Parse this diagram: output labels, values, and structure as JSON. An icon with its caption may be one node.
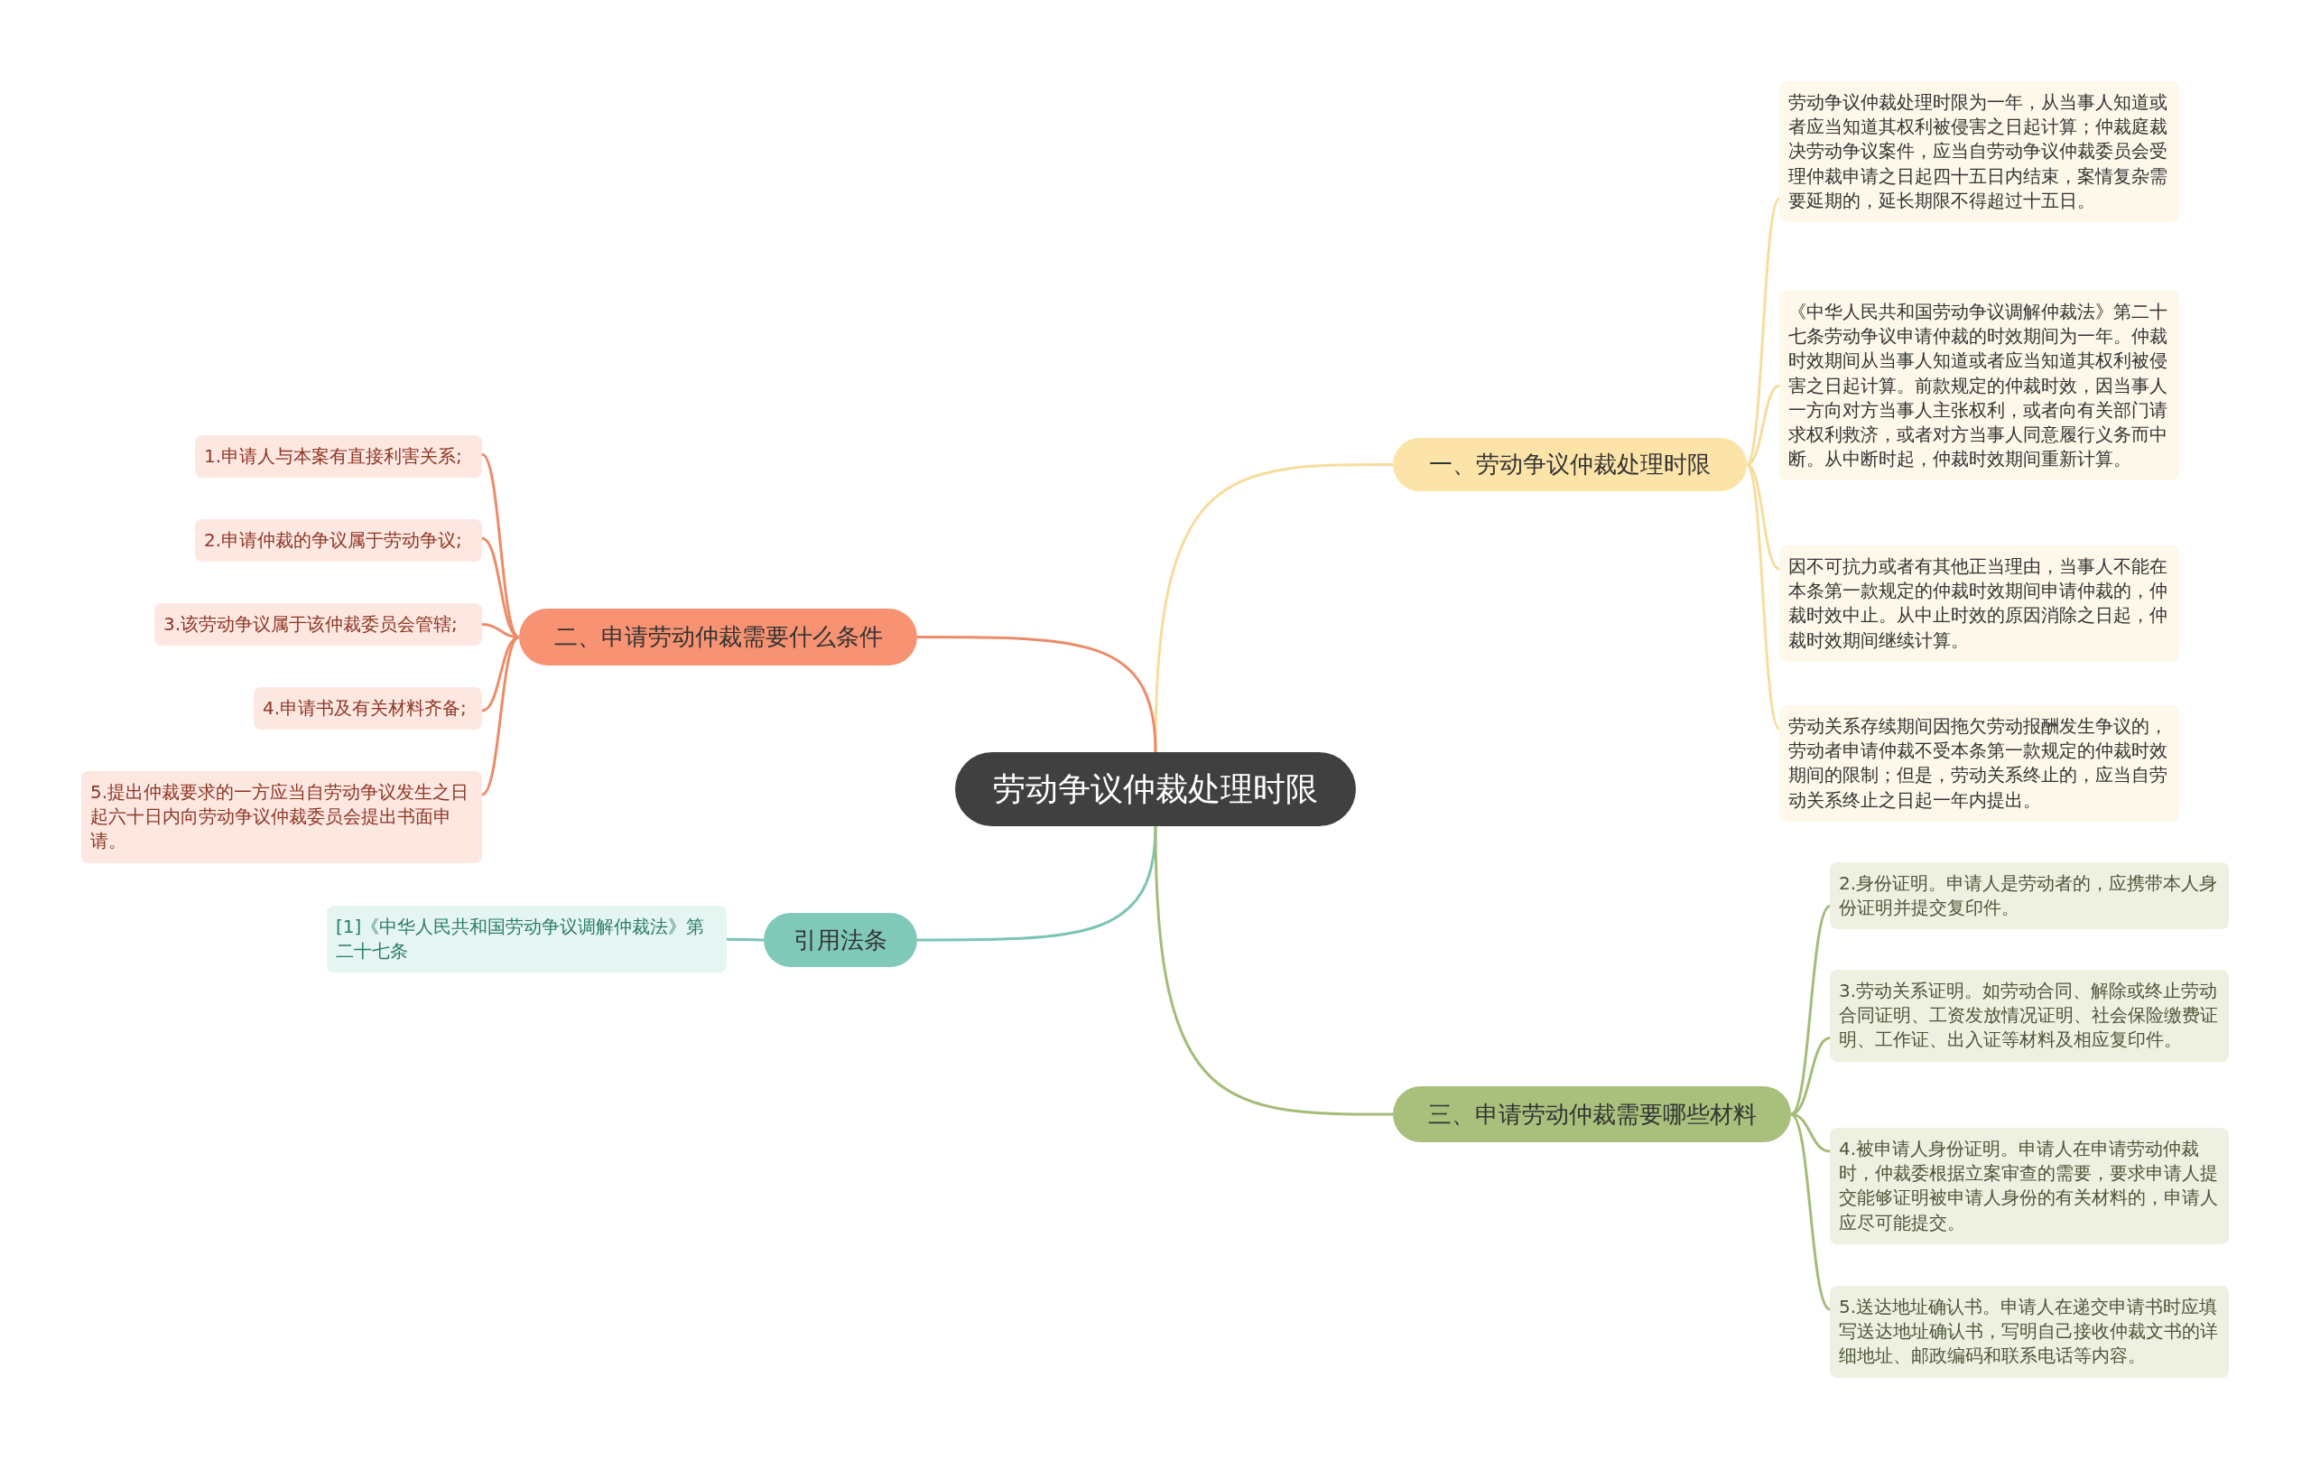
{
  "diagram": {
    "nodes": [
      {
        "text": [
          "劳动争议仲裁处理时限"
        ]
      },
      {
        "text": [
          "一、劳动争议仲裁处理时限"
        ]
      },
      {
        "text": [
          "劳动争议仲裁处理时限为一年，从当事人知道或者应当知道其权利被侵害之日起计算；仲裁庭裁决劳动争议案件，应当自劳动争议仲裁委员会受理仲裁申请之日起四十五日内结束，案情复杂需要延期的，延长期限不得超过十五日。"
        ]
      },
      {
        "text": [
          "《中华人民共和国劳动争议调解仲裁法》第二十七条劳动争议申请仲裁的时效期间为一年。仲裁时效期间从当事人知道或者应当知道其权利被侵害之日起计算。前款规定的仲裁时效，因当事人一方向对方当事人主张权利，或者向有关部门请求权利救济，或者对方当事人同意履行义务而中断。从中断时起，仲裁时效期间重新计算。"
        ]
      },
      {
        "text": [
          "因不可抗力或者有其他正当理由，当事人不能在本条第一款规定的仲裁时效期间申请仲裁的，仲裁时效中止。从中止时效的原因消除之日起，仲裁时效期间继续计算。"
        ]
      },
      {
        "text": [
          "劳动关系存续期间因拖欠劳动报酬发生争议的，劳动者申请仲裁不受本条第一款规定的仲裁时效期间的限制；但是，劳动关系终止的，应当自劳动关系终止之日起一年内提出。"
        ]
      },
      {
        "text": [
          "二、申请劳动仲裁需要什么条件"
        ]
      },
      {
        "text": [
          "1.申请人与本案有直接利害关系;"
        ]
      },
      {
        "text": [
          "2.申请仲裁的争议属于劳动争议;"
        ]
      },
      {
        "text": [
          "3.该劳动争议属于该仲裁委员会管辖;"
        ]
      },
      {
        "text": [
          "4.申请书及有关材料齐备;"
        ]
      },
      {
        "text": [
          "5.提出仲裁要求的一方应当自劳动争议发生之日起六十日内向劳动争议仲裁委员会提出书面申请。"
        ]
      },
      {
        "text": [
          "引用法条"
        ]
      },
      {
        "text": [
          "[1]《中华人民共和国劳动争议调解仲裁法》第二十七条"
        ]
      },
      {
        "text": [
          "三、申请劳动仲裁需要哪些材料"
        ]
      },
      {
        "text": [
          "2.身份证明。申请人是劳动者的，应携带本人身份证明并提交复印件。"
        ]
      },
      {
        "text": [
          "3.劳动关系证明。如劳动合同、解除或终止劳动合同证明、工资发放情况证明、社会保险缴费证明、工作证、出入证等材料及相应复印件。"
        ]
      },
      {
        "text": [
          "4.被申请人身份证明。申请人在申请劳动仲裁时，仲裁委根据立案审查的需要，要求申请人提交能够证明被申请人身份的有关材料的，申请人应尽可能提交。"
        ]
      },
      {
        "text": [
          "5.送达地址确认书。申请人在递交申请书时应填写送达地址确认书，写明自己接收仲裁文书的详细地址、邮政编码和联系电话等内容。"
        ]
      }
    ],
    "edges": [
      {
        "from": 0,
        "to": 1,
        "arrow": "none",
        "color": "#f6dd9c"
      },
      {
        "from": 1,
        "to": 2,
        "arrow": "none",
        "color": "#f6dd9c"
      },
      {
        "from": 1,
        "to": 3,
        "arrow": "none",
        "color": "#f6dd9c"
      },
      {
        "from": 1,
        "to": 4,
        "arrow": "none",
        "color": "#f6dd9c"
      },
      {
        "from": 1,
        "to": 5,
        "arrow": "none",
        "color": "#f6dd9c"
      },
      {
        "from": 0,
        "to": 6,
        "arrow": "none",
        "color": "#ec8b69"
      },
      {
        "from": 6,
        "to": 7,
        "arrow": "none",
        "color": "#ec8b69"
      },
      {
        "from": 6,
        "to": 8,
        "arrow": "none",
        "color": "#ec8b69"
      },
      {
        "from": 6,
        "to": 9,
        "arrow": "none",
        "color": "#ec8b69"
      },
      {
        "from": 6,
        "to": 10,
        "arrow": "none",
        "color": "#ec8b69"
      },
      {
        "from": 6,
        "to": 11,
        "arrow": "none",
        "color": "#ec8b69"
      },
      {
        "from": 0,
        "to": 12,
        "arrow": "none",
        "color": "#7cc4b6"
      },
      {
        "from": 12,
        "to": 13,
        "arrow": "none",
        "color": "#7cc4b6"
      },
      {
        "from": 0,
        "to": 14,
        "arrow": "none",
        "color": "#a4bc78"
      },
      {
        "from": 14,
        "to": 15,
        "arrow": "none",
        "color": "#a4bc78"
      },
      {
        "from": 14,
        "to": 16,
        "arrow": "none",
        "color": "#a4bc78"
      },
      {
        "from": 14,
        "to": 17,
        "arrow": "none",
        "color": "#a4bc78"
      },
      {
        "from": 14,
        "to": 18,
        "arrow": "none",
        "color": "#a4bc78"
      }
    ]
  }
}
